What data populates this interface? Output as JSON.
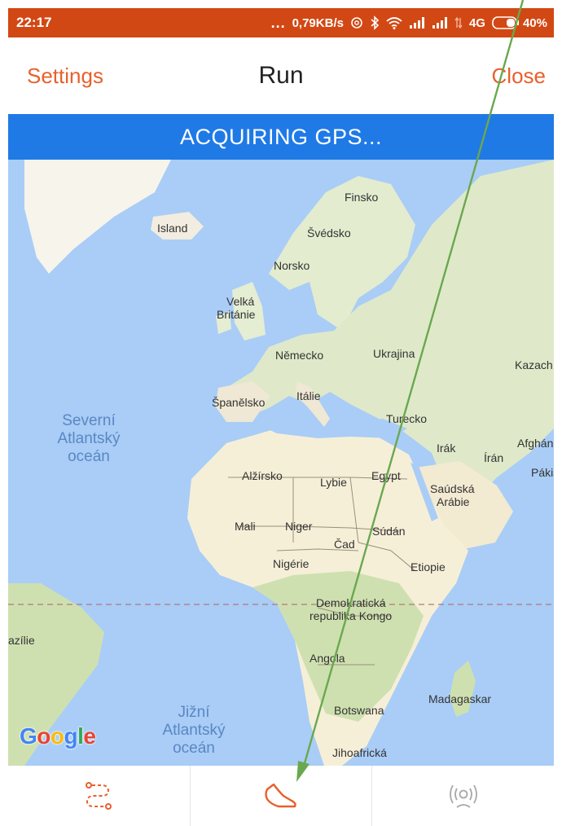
{
  "status_bar": {
    "time": "22:17",
    "dots": "...",
    "speed": "0,79KB/s",
    "network": "4G",
    "battery": "40%"
  },
  "nav": {
    "left": "Settings",
    "title": "Run",
    "right": "Close"
  },
  "banner": {
    "text": "ACQUIRING GPS..."
  },
  "map": {
    "labels": {
      "finsko": "Finsko",
      "island": "Island",
      "svedsko": "Švédsko",
      "norsko": "Norsko",
      "velka": "Velká",
      "britanie": "Británie",
      "nemecko": "Německo",
      "ukrajina": "Ukrajina",
      "kazach": "Kazach",
      "spanelsko": "Španělsko",
      "italie": "Itálie",
      "turecko": "Turecko",
      "irak": "Irák",
      "iran": "Írán",
      "afghan": "Afghán",
      "pakis": "Pákis",
      "alzirsko": "Alžírsko",
      "lybie": "Lybie",
      "egypt": "Egypt",
      "saudska": "Saúdská",
      "arabie": "Arábie",
      "mali": "Mali",
      "niger": "Niger",
      "sudan": "Súdán",
      "cad": "Čad",
      "nigerie": "Nigérie",
      "etiopie": "Etiopie",
      "demokraticka": "Demokratická",
      "republika": "republika Kongo",
      "brazilie": "azílie",
      "angola": "Angola",
      "madagaskar": "Madagaskar",
      "botswana": "Botswana",
      "jihoafricka": "Jihoafrická"
    },
    "oceans": {
      "north_1": "Severní",
      "north_2": "Atlantský",
      "north_3": "oceán",
      "south_1": "Jižní",
      "south_2": "Atlantský",
      "south_3": "oceán"
    },
    "logo": [
      "G",
      "o",
      "o",
      "g",
      "l",
      "e"
    ]
  },
  "tabs": [
    {
      "icon": "route-icon"
    },
    {
      "icon": "shoe-icon"
    },
    {
      "icon": "broadcast-icon"
    }
  ],
  "colors": {
    "status_bar": "#d24814",
    "accent": "#e8602c",
    "banner": "#1f7ae6",
    "ocean": "#a9cdf6",
    "land": "#f6f1e2",
    "arrow": "#6aa84f"
  }
}
